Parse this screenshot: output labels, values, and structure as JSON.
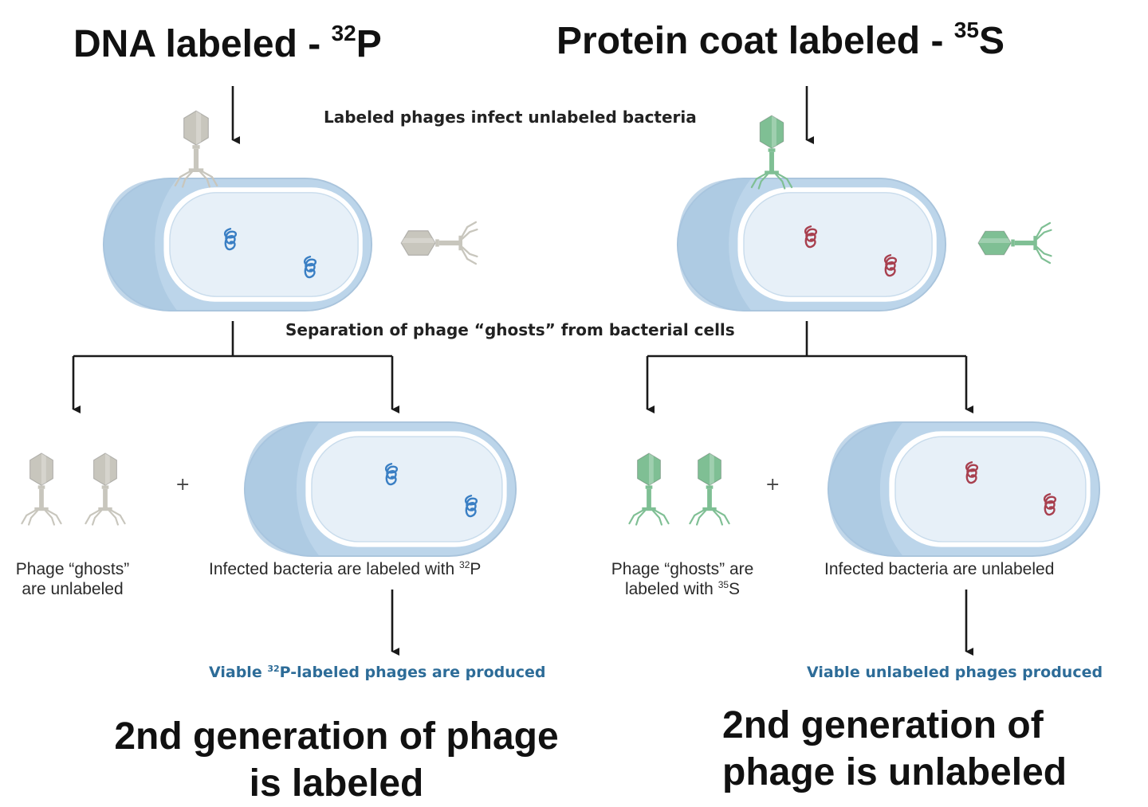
{
  "left": {
    "heading": "DNA labeled - ",
    "heading_sup": "32",
    "heading_tail": "P",
    "ghost_caption_line1": "Phage “ghosts”",
    "ghost_caption_line2": "are unlabeled",
    "bacteria_caption": "Infected bacteria are labeled with ",
    "bacteria_caption_sup": "32",
    "bacteria_caption_tail": "P",
    "result_pre": "Viable ",
    "result_sup": "32",
    "result_post": "P-labeled phages are produced",
    "conclusion_line1": "2nd generation of phage",
    "conclusion_line2": "is labeled",
    "phage_color": "#c8c6bd",
    "dna_color": "#3a7fc4"
  },
  "right": {
    "heading": "Protein coat labeled - ",
    "heading_sup": "35",
    "heading_tail": "S",
    "ghost_caption_line1": "Phage “ghosts” are",
    "ghost_caption_line2": "labeled with ",
    "ghost_caption_sup": "35",
    "ghost_caption_tail": "S",
    "bacteria_caption": "Infected bacteria are unlabeled",
    "result": "Viable unlabeled phages produced",
    "conclusion_line1": "2nd generation of",
    "conclusion_line2": "phage is unlabeled",
    "phage_color": "#7fbf94",
    "dna_color": "#a8404f"
  },
  "steps": {
    "infect": "Labeled phages infect unlabeled bacteria",
    "separate": "Separation of phage “ghosts” from bacterial cells"
  },
  "plus_sign": "+",
  "colors": {
    "cell_fill": "#bcd5ea",
    "cell_inner": "#e7f0f8",
    "arrow": "#1a1a1a"
  }
}
